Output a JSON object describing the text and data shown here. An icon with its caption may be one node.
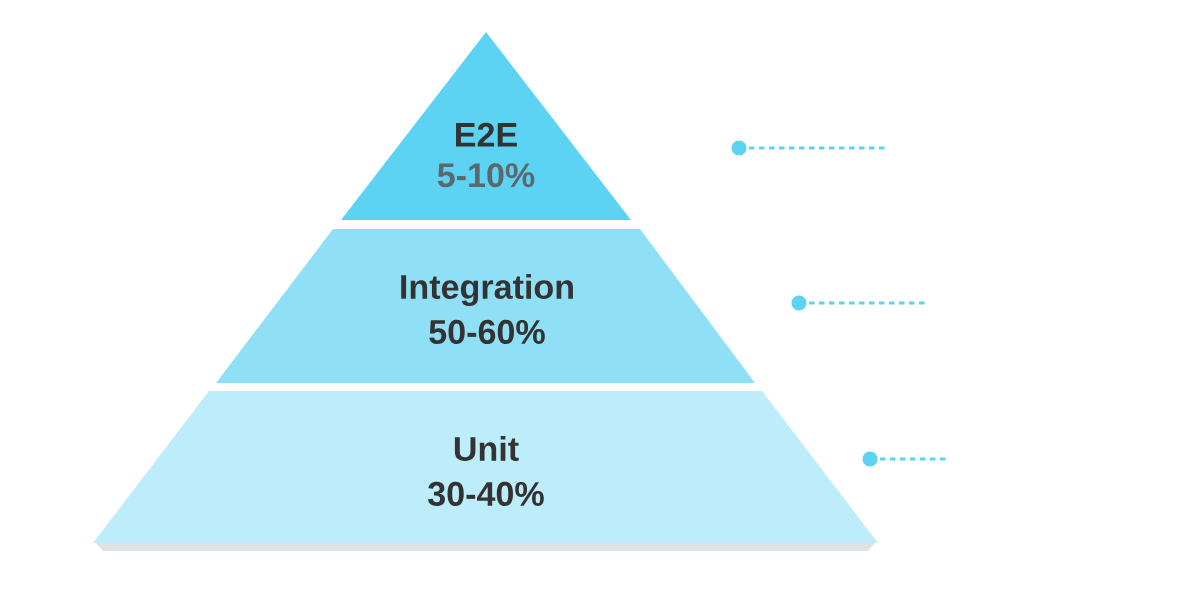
{
  "diagram": {
    "nodes": [
      {
        "text": [
          "E2E",
          "5-10%"
        ]
      },
      {
        "text": [
          "Integration",
          "50-60%"
        ]
      },
      {
        "text": [
          "Unit",
          "30-40%"
        ]
      }
    ]
  }
}
